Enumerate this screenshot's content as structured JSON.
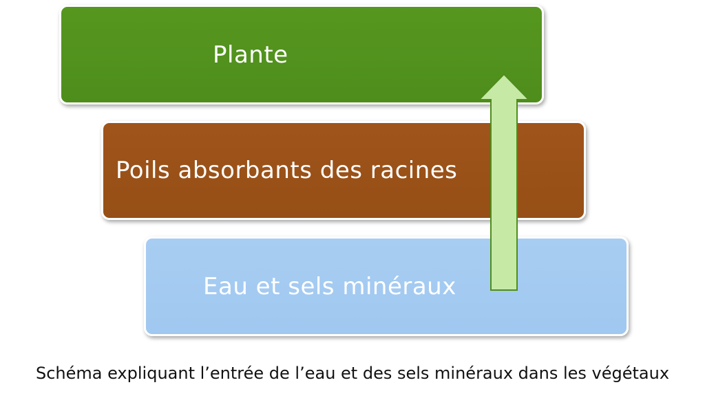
{
  "diagram": {
    "boxes": {
      "plante": {
        "label": "Plante",
        "color": "#52921e"
      },
      "poils": {
        "label": "Poils absorbants des racines",
        "color": "#9a5218"
      },
      "eau": {
        "label": "Eau et sels minéraux",
        "color": "#a4cbf1"
      }
    },
    "arrow": {
      "direction": "up",
      "fill": "#c6eaa6",
      "stroke": "#4e8d1c"
    },
    "caption": "Schéma expliquant l’entrée de l’eau et des sels minéraux dans les végétaux"
  }
}
